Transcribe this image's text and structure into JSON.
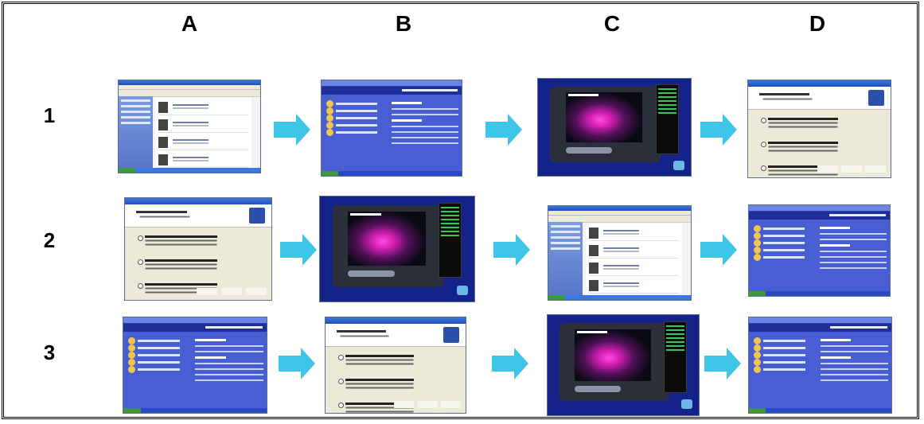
{
  "columns": [
    "A",
    "B",
    "C",
    "D"
  ],
  "rows": [
    {
      "label": "1",
      "cells": [
        "explorer",
        "help",
        "media",
        "wizard"
      ]
    },
    {
      "label": "2",
      "cells": [
        "wizard",
        "media",
        "explorer",
        "help"
      ]
    },
    {
      "label": "3",
      "cells": [
        "help",
        "wizard",
        "media",
        "help"
      ]
    }
  ],
  "arrow_color": "#3ec4e6",
  "icons": {
    "arrow": "right-arrow-icon"
  }
}
